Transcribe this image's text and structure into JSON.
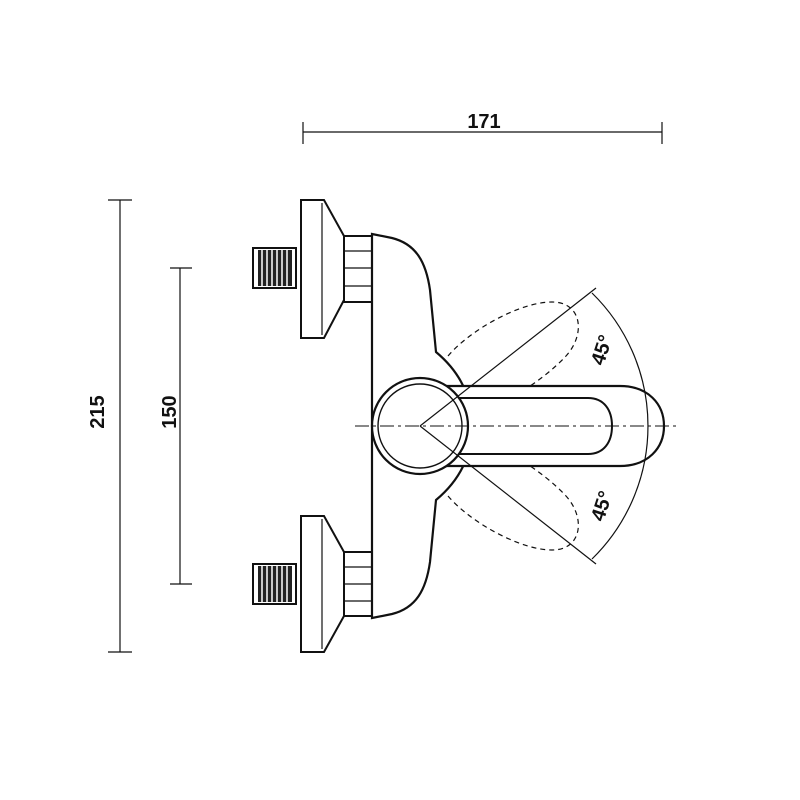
{
  "dimensions": {
    "width": "171",
    "height_total": "215",
    "inlet_spacing": "150",
    "angle_upper": "45°",
    "angle_lower": "45°"
  },
  "colors": {
    "stroke": "#111111",
    "background": "#ffffff"
  }
}
